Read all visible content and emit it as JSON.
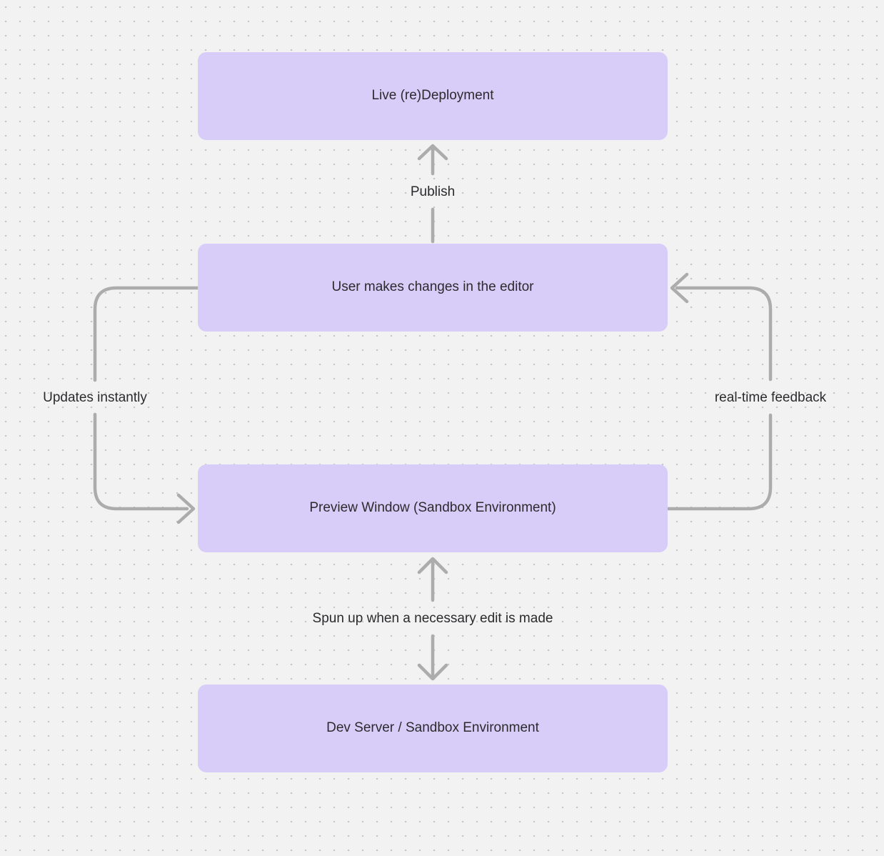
{
  "diagram": {
    "colors": {
      "background": "#F2F2F2",
      "grid_dot": "#C6C6C6",
      "node_fill": "#D8CDF8",
      "arrow": "#ACACAC",
      "text": "#2B2B2E"
    },
    "nodes": [
      {
        "id": "live-deployment",
        "label": "Live (re)Deployment"
      },
      {
        "id": "editor",
        "label": "User makes changes in the editor"
      },
      {
        "id": "preview",
        "label": "Preview Window (Sandbox Environment)"
      },
      {
        "id": "dev-server",
        "label": "Dev Server / Sandbox Environment"
      }
    ],
    "edges": [
      {
        "id": "publish",
        "label": "Publish",
        "from": "editor",
        "to": "live-deployment",
        "direction": "up"
      },
      {
        "id": "updates-instantly",
        "label": "Updates instantly",
        "from": "editor",
        "to": "preview",
        "direction": "left-loop-down"
      },
      {
        "id": "real-time-feedback",
        "label": "real-time feedback",
        "from": "preview",
        "to": "editor",
        "direction": "right-loop-up"
      },
      {
        "id": "spun-up",
        "label": "Spun up when a necessary edit is made",
        "from": "preview",
        "to": "dev-server",
        "direction": "bidirectional"
      }
    ]
  }
}
